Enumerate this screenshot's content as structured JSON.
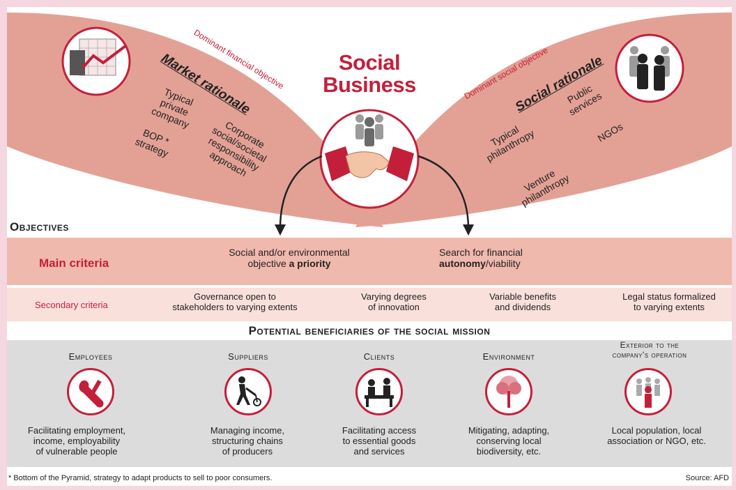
{
  "header": {
    "title_line1": "Social",
    "title_line2": "Business"
  },
  "left_petal": {
    "arc_label": "Dominant financial objective",
    "heading": "Market rationale",
    "item1": [
      "Typical",
      "private",
      "company"
    ],
    "item2": [
      "BOP *",
      "strategy"
    ],
    "item3": [
      "Corporate",
      "social/societal",
      "responsibility",
      "approach"
    ]
  },
  "right_petal": {
    "arc_label": "Dominant social objective",
    "heading": "Social rationale",
    "item1": [
      "Public",
      "services"
    ],
    "item2": [
      "Typical",
      "philanthropy"
    ],
    "item3": "NGOs",
    "item4": [
      "Venture",
      "philanthropy"
    ]
  },
  "objectives": {
    "heading": "Objectives",
    "main_label": "Main criteria",
    "main_1_line1": "Social and/or environmental",
    "main_1_line2_plain": "objective ",
    "main_1_line2_bold": "a priority",
    "main_2_line1": "Search for financial",
    "main_2_line2_bold": "autonomy",
    "main_2_line2_plain": "/viability",
    "secondary_label": "Secondary criteria",
    "secondary": [
      [
        "Governance open to",
        "stakeholders to varying extents"
      ],
      [
        "Varying degrees",
        "of innovation"
      ],
      [
        "Variable benefits",
        "and dividends"
      ],
      [
        "Legal status formalized",
        "to varying extents"
      ]
    ]
  },
  "beneficiaries": {
    "heading": "Potential beneficiaries of the social mission",
    "items": [
      {
        "title": "Employees",
        "desc": [
          "Facilitating employment,",
          "income, employability",
          "of vulnerable people"
        ],
        "icon": "wrench-icon"
      },
      {
        "title": "Suppliers",
        "desc": [
          "Managing income,",
          "structuring chains",
          "of producers"
        ],
        "icon": "cart-worker-icon"
      },
      {
        "title": "Clients",
        "desc": [
          "Facilitating access",
          "to essential goods",
          "and services"
        ],
        "icon": "counter-service-icon"
      },
      {
        "title": "Environment",
        "desc": [
          "Mitigating, adapting,",
          "conserving local",
          "biodiversity, etc."
        ],
        "icon": "tree-icon"
      },
      {
        "title_line1": "Exterior to the",
        "title_line2": "company's operation",
        "desc": [
          "Local population, local",
          "association or NGO, etc."
        ],
        "icon": "community-icon"
      }
    ]
  },
  "footer": {
    "note": "* Bottom of the Pyramid, strategy to adapt products to sell to poor consumers.",
    "source": "Source: AFD"
  },
  "colors": {
    "accent_red": "#c41f3a",
    "petal": "#e3a195",
    "main_band": "#f0b9ad",
    "secondary_band": "#f9e0da",
    "gray_band": "#dcdcdc"
  }
}
